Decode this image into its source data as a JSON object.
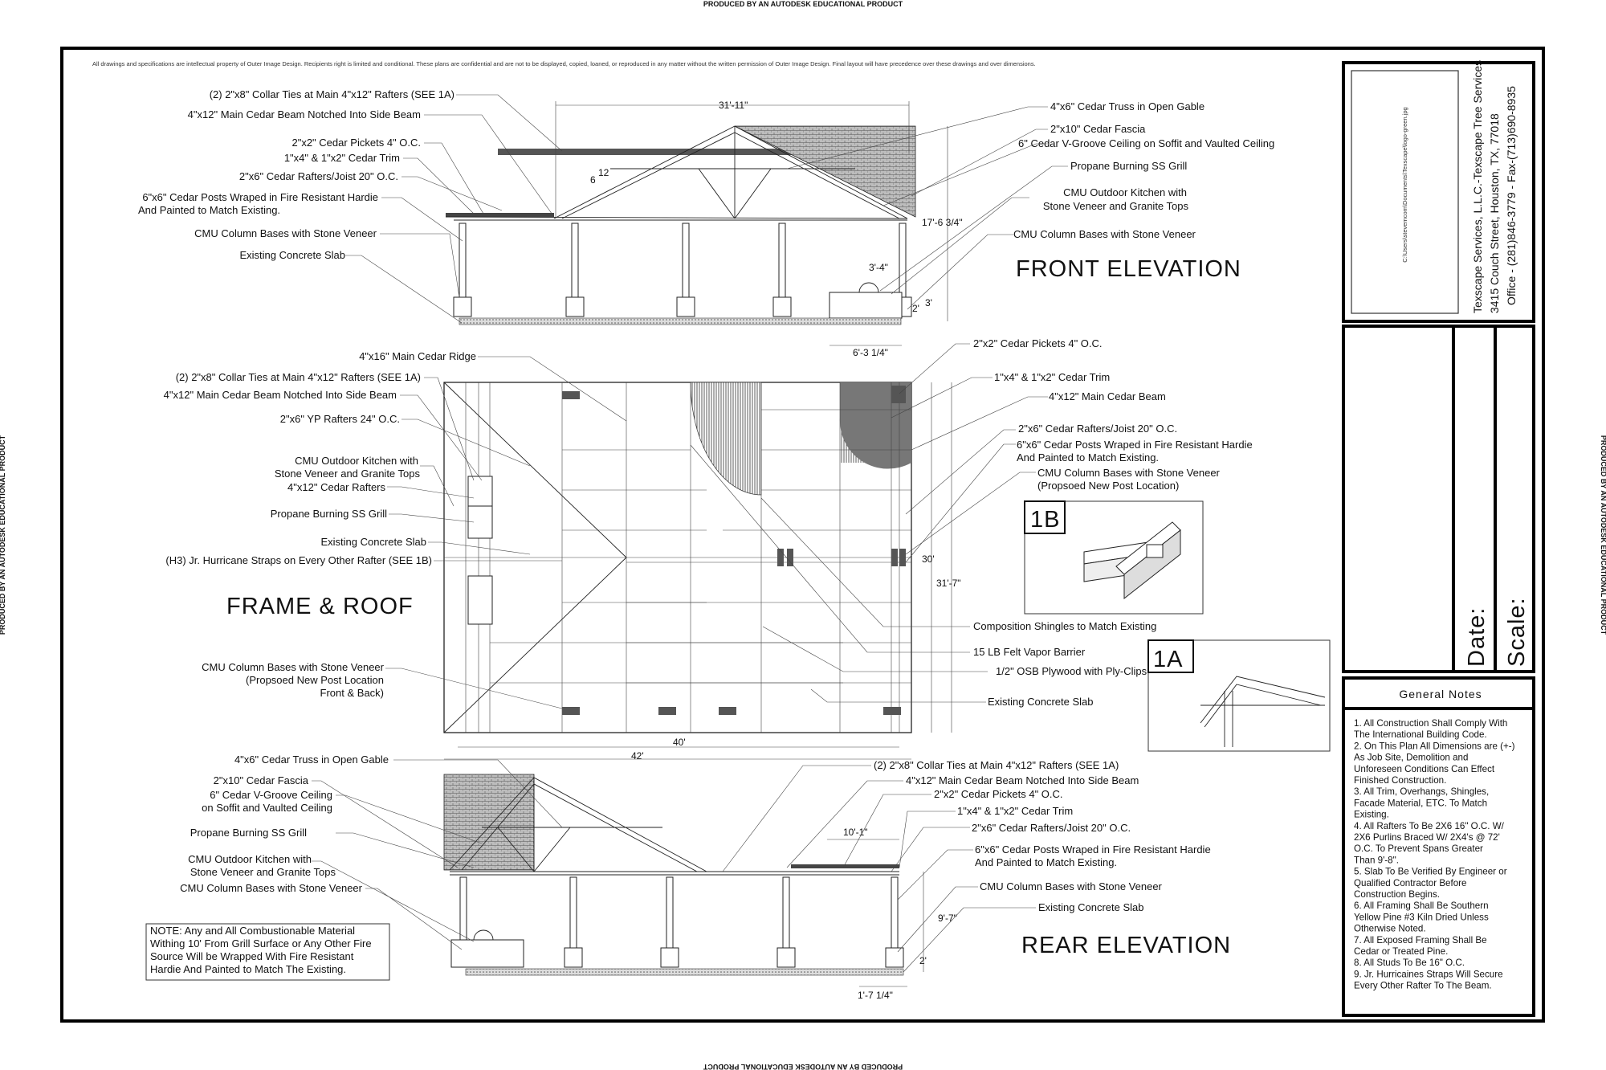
{
  "watermark": "PRODUCED BY AN AUTODESK EDUCATIONAL PRODUCT",
  "disclaimer": "All drawings and specifications are intellectual property of Outer Image Design. Recipients right is limited and conditional. These plans are confidential and are not to be displayed, copied, loaned, or reproduced in any matter without the written permission of Outer Image Design. Final layout will have precedence over these drawings and over dimensions.",
  "titles": {
    "front": "FRONT ELEVATION",
    "frame": "FRAME & ROOF",
    "rear": "REAR ELEVATION"
  },
  "details": {
    "d1b": "1B",
    "d1a": "1A"
  },
  "front_labels": [
    "(2) 2\"x8\" Collar Ties at Main 4\"x12\" Rafters (SEE 1A)",
    "4\"x12\" Main Cedar Beam Notched Into Side Beam",
    "2\"x2\" Cedar Pickets 4\" O.C.",
    "1\"x4\" & 1\"x2\" Cedar Trim",
    "2\"x6\" Cedar Rafters/Joist 20\" O.C.",
    "6\"x6\" Cedar Posts Wraped in Fire Resistant Hardie",
    "And Painted to Match Existing.",
    "CMU Column Bases with Stone Veneer",
    "Existing Concrete Slab",
    "4\"x6\" Cedar Truss in Open Gable",
    "2\"x10\" Cedar Fascia",
    "6\" Cedar V-Groove Ceiling on Soffit and Vaulted Ceiling",
    "Propane Burning SS Grill",
    "CMU Outdoor Kitchen with",
    "Stone Veneer and Granite Tops",
    "CMU Column Bases with Stone Veneer"
  ],
  "front_dims": {
    "width": "31'-11\"",
    "height": "17'-6 3/4\"",
    "d1": "3'-4\"",
    "d2": "3'",
    "d3": "2'",
    "d4": "6'-3 1/4\"",
    "pitch_rise": "12",
    "pitch_run": "6"
  },
  "plan_left_labels": [
    "4\"x16\" Main Cedar Ridge",
    "(2) 2\"x8\" Collar Ties at Main 4\"x12\" Rafters (SEE 1A)",
    "4\"x12\" Main Cedar Beam Notched Into Side Beam",
    "2\"x6\" YP Rafters 24\" O.C.",
    "CMU Outdoor Kitchen with",
    "Stone Veneer and Granite Tops",
    "4\"x12\" Cedar Rafters",
    "Propane Burning SS Grill",
    "Existing Concrete Slab",
    "(H3) Jr. Hurricane Straps on Every Other Rafter (SEE 1B)",
    "CMU Column Bases with Stone Veneer",
    "(Propsoed New Post Location",
    "Front & Back)"
  ],
  "plan_right_labels": [
    "2\"x2\" Cedar Pickets 4\" O.C.",
    "1\"x4\" & 1\"x2\" Cedar Trim",
    "4\"x12\" Main Cedar Beam",
    "2\"x6\" Cedar Rafters/Joist 20\" O.C.",
    "6\"x6\" Cedar Posts Wraped in Fire Resistant Hardie",
    "And Painted to Match Existing.",
    "CMU Column Bases with Stone Veneer",
    "(Propsoed New Post Location)",
    "Composition Shingles to Match Existing",
    "15 LB Felt Vapor Barrier",
    "1/2\" OSB Plywood with Ply-Clips",
    "Existing Concrete Slab"
  ],
  "plan_dims": {
    "d30": "30'",
    "d317": "31'-7\"",
    "d40": "40'",
    "d42": "42'"
  },
  "rear_labels": [
    "4\"x6\" Cedar Truss in Open Gable",
    "2\"x10\" Cedar Fascia",
    "6\" Cedar V-Groove Ceiling",
    "on Soffit and Vaulted Ceiling",
    "Propane Burning SS Grill",
    "CMU Outdoor Kitchen with",
    "Stone Veneer and Granite Tops",
    "CMU Column Bases with Stone Veneer",
    "(2) 2\"x8\" Collar Ties at Main 4\"x12\" Rafters (SEE 1A)",
    "4\"x12\" Main Cedar Beam Notched Into Side Beam",
    "2\"x2\" Cedar Pickets 4\" O.C.",
    "1\"x4\" & 1\"x2\" Cedar Trim",
    "2\"x6\" Cedar Rafters/Joist 20\" O.C.",
    "6\"x6\" Cedar Posts Wraped in Fire Resistant Hardie",
    "And Painted to Match Existing.",
    "CMU Column Bases with Stone Veneer",
    "Existing Concrete Slab"
  ],
  "rear_dims": {
    "d101": "10'-1\"",
    "d97": "9'-7\"",
    "d174": "1'-7 1/4\"",
    "d2": "2'"
  },
  "note_lines": [
    "NOTE: Any and All Combustionable Material",
    "Withing 10' From Grill Surface or Any Other Fire",
    "Source Will be Wrapped With Fire Resistant",
    "Hardie And Painted to Match The Existing."
  ],
  "title_block": {
    "path": "C:\\Users\\stevemcom\\Documents\\Texscape\\logo-green.jpg",
    "company": "Texscape Services, L.L.C.-Texscape Tree Services",
    "address": "3415 Couch Street, Houston, TX, 77018",
    "phone": "Office - (281)846-3779 - Fax-(713)690-8935",
    "date_label": "Date:",
    "scale_label": "Scale:"
  },
  "general_notes_title": "General Notes",
  "general_notes": [
    "1. All Construction Shall Comply With",
    "The International Building Code.",
    "2. On This Plan All Dimensions are (+-)",
    "As Job Site, Demolition and",
    "Unforeseen Conditions Can Effect",
    "Finished Construction.",
    "3. All Trim, Overhangs, Shingles,",
    "Facade Material, ETC. To Match",
    "Existing.",
    "4. All Rafters To Be 2X6 16\" O.C. W/",
    "2X6 Purlins Braced W/ 2X4's @ 72'",
    "O.C. To Prevent Spans Greater",
    "Than 9'-8\".",
    "5. Slab To Be Verified By Engineer or",
    "Qualified Contractor Before",
    "Construction Begins.",
    "6. All Framing Shall Be Southern",
    "Yellow Pine #3 Kiln Dried Unless",
    "Otherwise Noted.",
    "7. All Exposed Framing Shall Be",
    "Cedar or Treated Pine.",
    "8. All Studs To Be 16\" O.C.",
    "9. Jr. Hurricaines Straps Will Secure",
    "Every Other Rafter To The Beam."
  ]
}
